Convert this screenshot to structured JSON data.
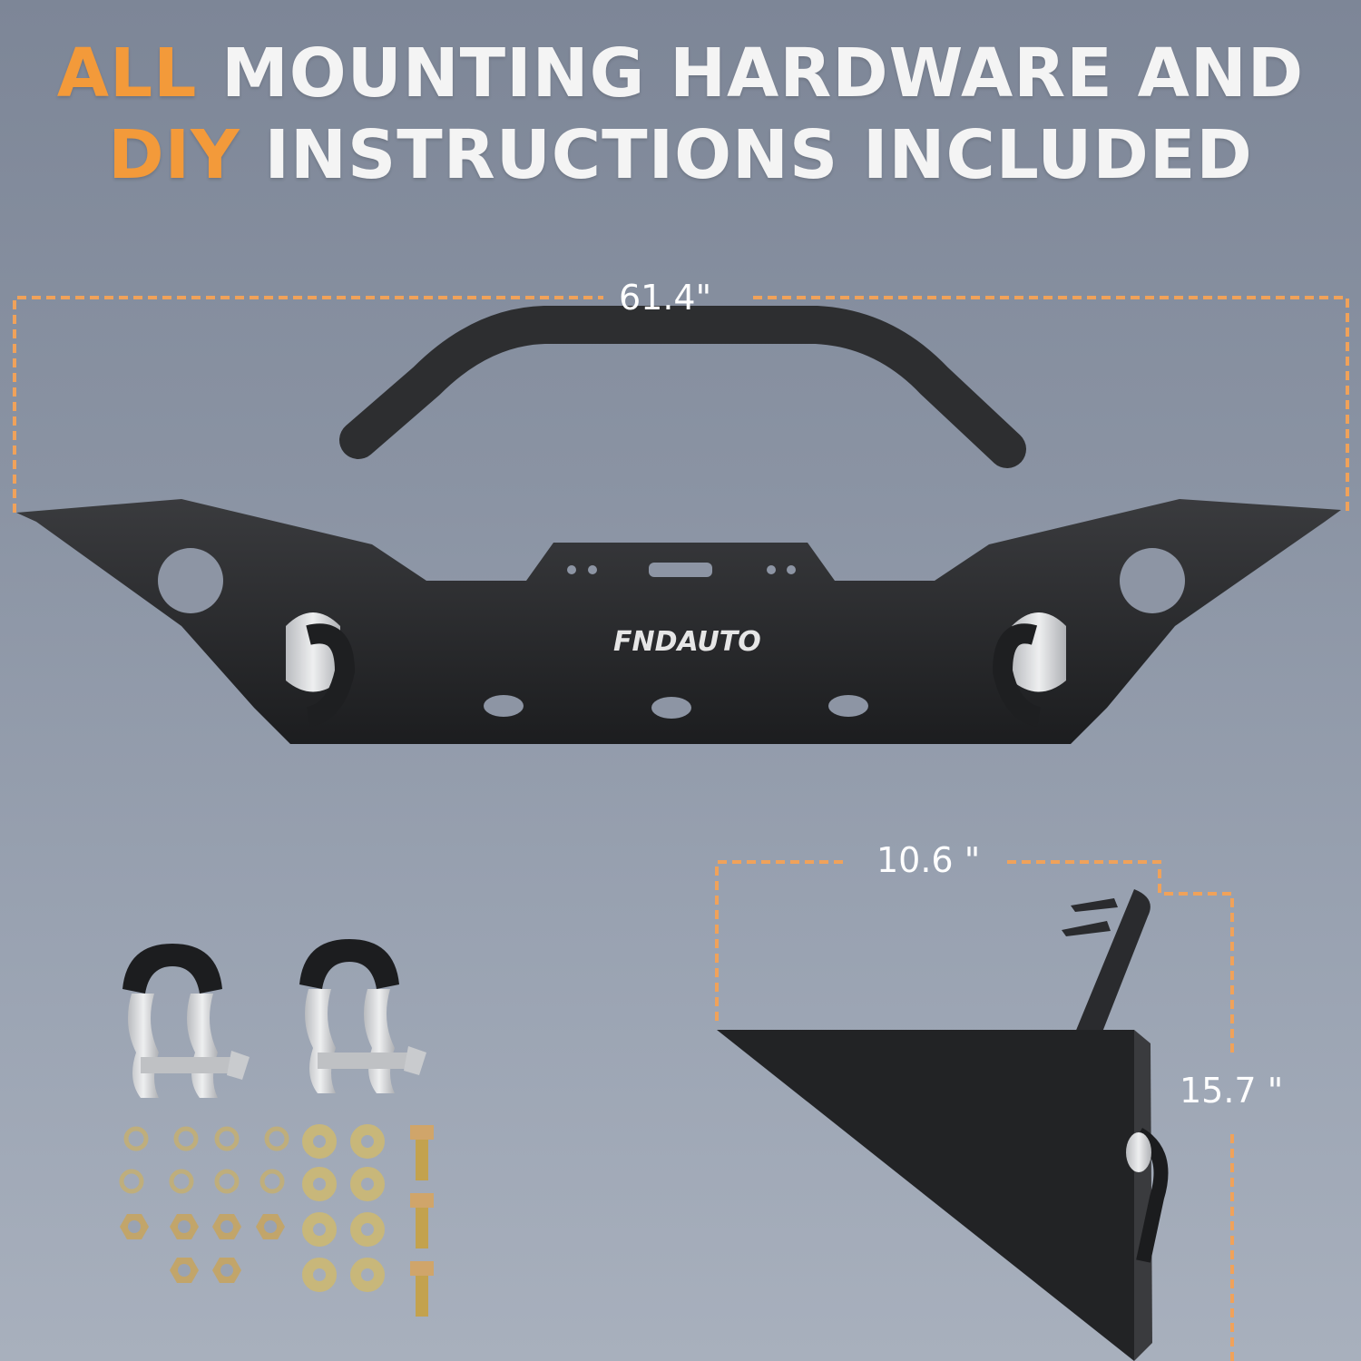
{
  "headline": {
    "line1": {
      "highlight": "ALL",
      "rest": " MOUNTING HARDWARE AND"
    },
    "line2": {
      "highlight": "DIY",
      "rest": " INSTRUCTIONS INCLUDED"
    }
  },
  "dimensions": {
    "width": "61.4\"",
    "depth": "10.6 \"",
    "height": "15.7 \""
  },
  "brand": {
    "logo_text": "FNDAUTO"
  },
  "colors": {
    "accent": "#f39a3a",
    "background": "#8a93a3",
    "bumper": "#2a2b2d",
    "hardware_gold": "#c9b16a",
    "shackle_silver": "#d9dadc"
  },
  "hardware": {
    "shackles": 2,
    "lock_washers": 8,
    "hex_nuts": 6,
    "flat_washers": 8,
    "bolts": 3
  }
}
